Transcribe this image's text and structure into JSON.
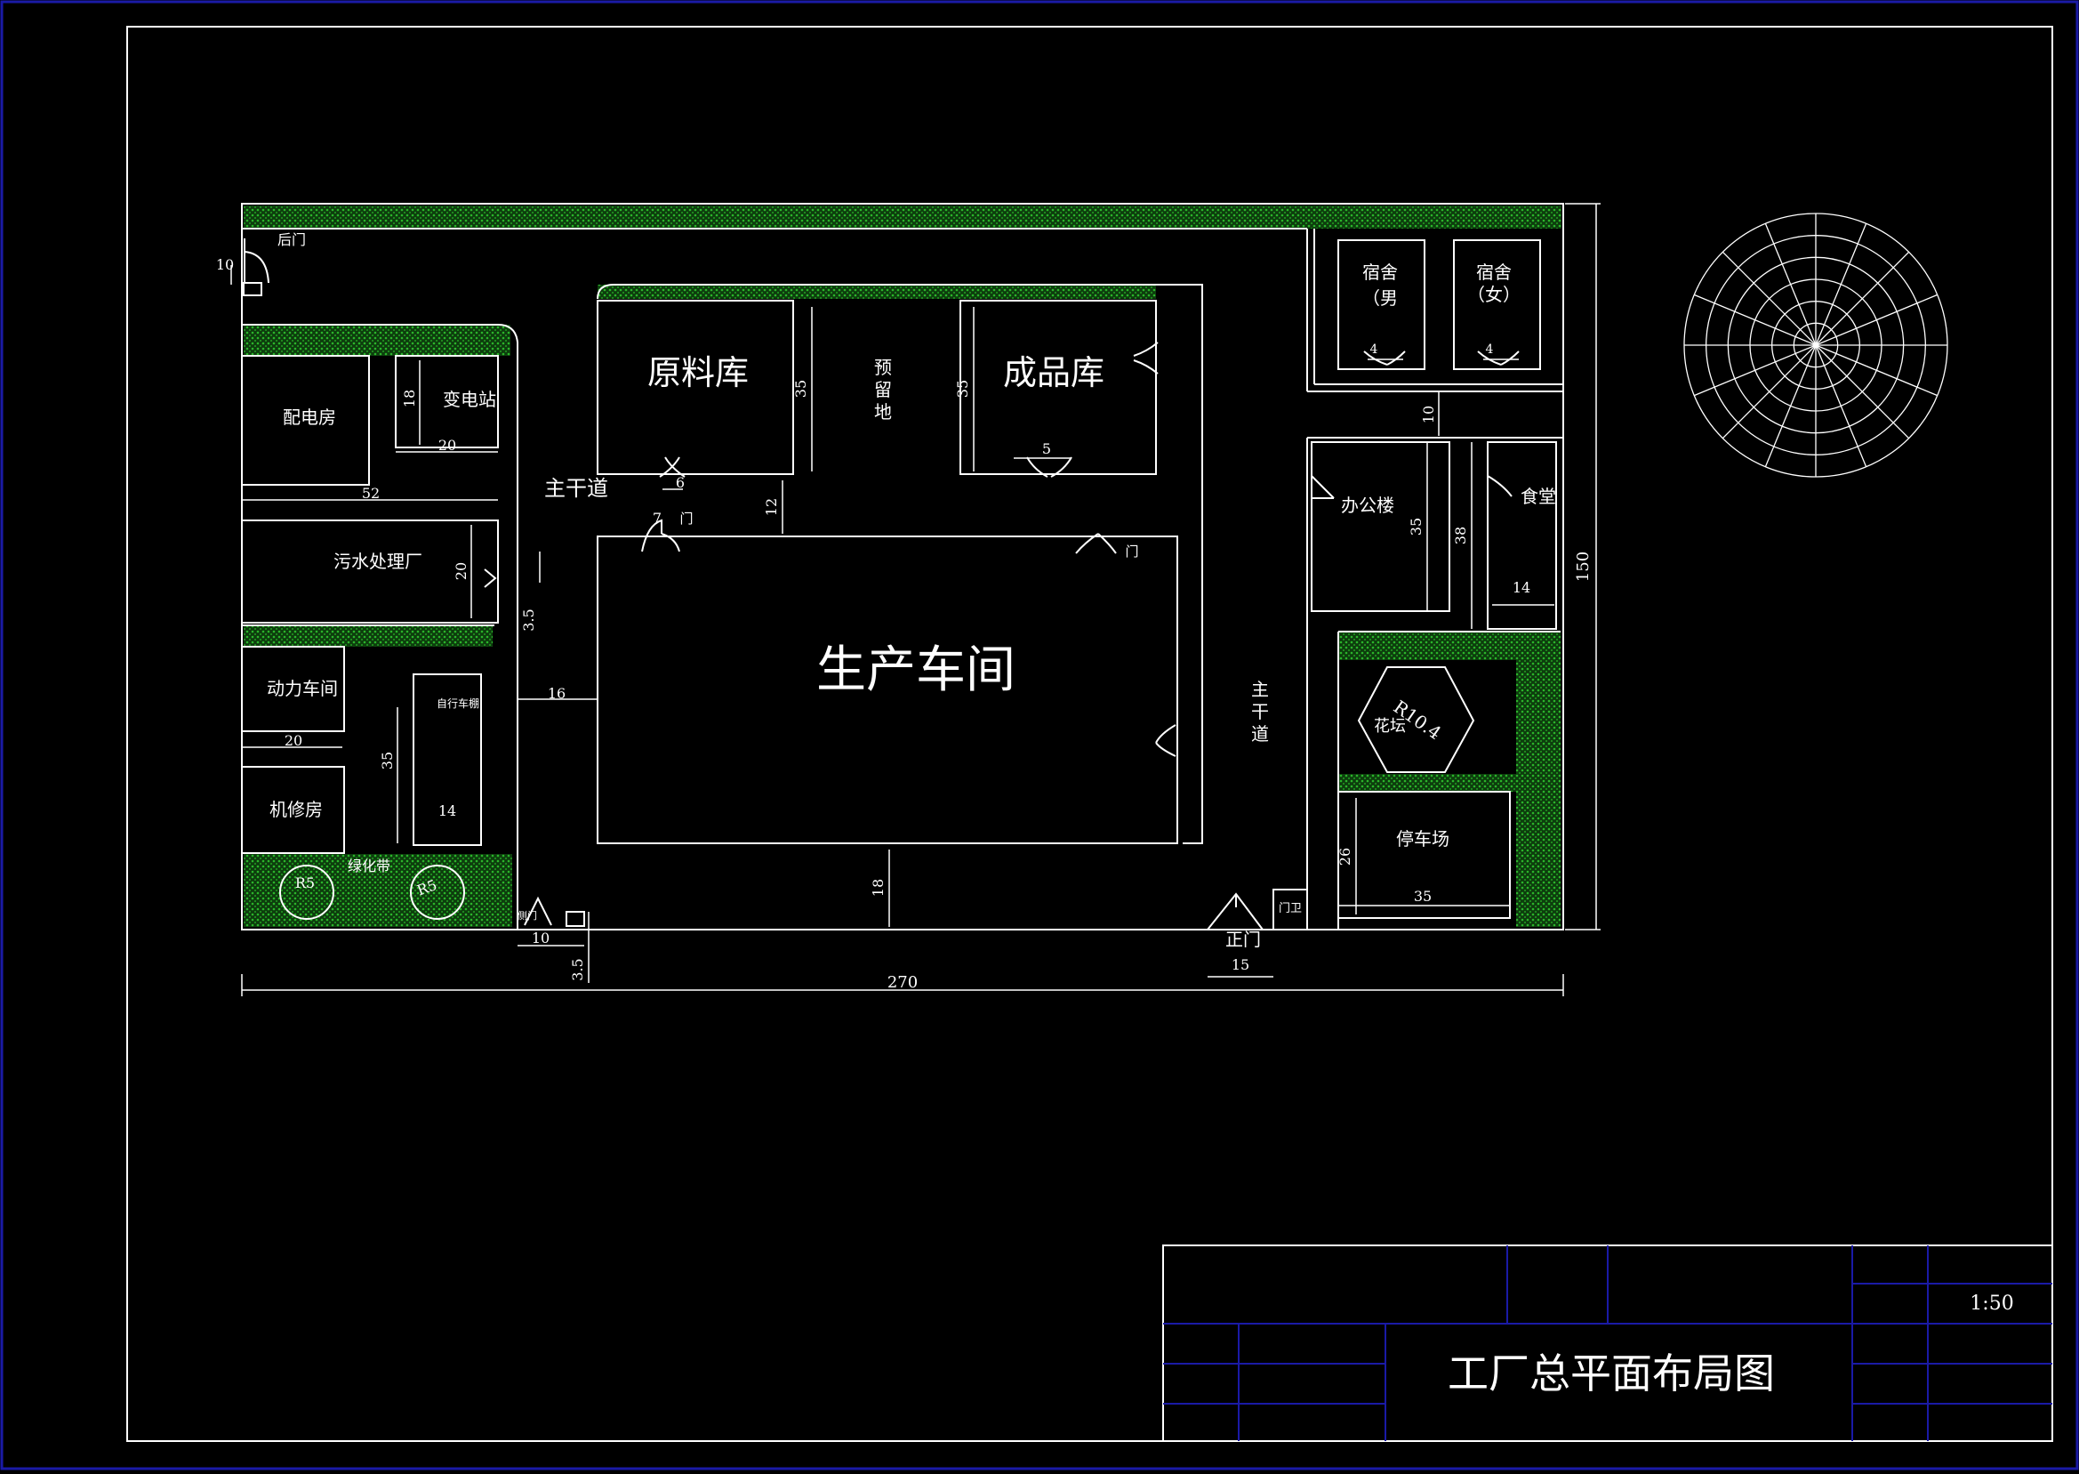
{
  "drawing": {
    "title": "工厂总平面布局图",
    "scale": "1:50"
  },
  "buildings": {
    "raw_store": "原料库",
    "reserved_1": "预",
    "reserved_2": "留",
    "reserved_3": "地",
    "finished_store": "成品库",
    "workshop": "生产车间",
    "power_room": "配电房",
    "substation": "变电站",
    "sewage_plant": "污水处理厂",
    "power_workshop": "动力车间",
    "bike_shed": "自行车棚",
    "repair_room": "机修房",
    "green_belt": "绿化带",
    "dorm_male_1": "宿舍",
    "dorm_male_2": "（男",
    "dorm_female_1": "宿舍",
    "dorm_female_2": "（女）",
    "office": "办公楼",
    "canteen": "食堂",
    "flower_bed": "花坛",
    "parking": "停车场"
  },
  "gates": {
    "back_gate": "后门",
    "main_gate": "正门",
    "side_gate": "侧门",
    "door": "门",
    "guard": "门卫"
  },
  "roads": {
    "main_road_h": "主干道",
    "main_road_v1": "主",
    "main_road_v2": "干",
    "main_road_v3": "道"
  },
  "dimensions": {
    "total_width": "270",
    "total_height": "150",
    "d10": "10",
    "d18": "18",
    "d20": "20",
    "d52": "52",
    "d35": "35",
    "d6": "6",
    "d5": "5",
    "d7": "7",
    "d12": "12",
    "d16": "16",
    "d3_5": "3.5",
    "d14": "14",
    "d4": "4",
    "d38": "38",
    "d26": "26",
    "d15": "15",
    "r5": "R5",
    "r10_4": "R10.4"
  },
  "colors": {
    "background": "#000000",
    "lines": "#ffffff",
    "green": "#1e7a1e",
    "border_blue": "#1a1aa6"
  }
}
